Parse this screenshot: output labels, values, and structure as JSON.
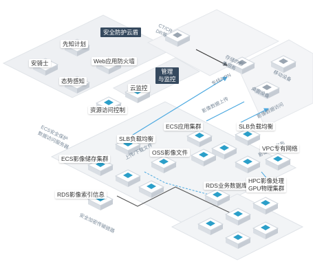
{
  "security_cloud": {
    "tag": "安全防护云盾",
    "items": [
      "先知计划",
      "安骑士",
      "Web应用防火墙",
      "态势感知",
      "资源访问控制"
    ]
  },
  "management": {
    "tag_line1": "管理",
    "tag_line2": "与监控",
    "items": [
      "云监控"
    ]
  },
  "cdn": {
    "label_line1": "CT/CR",
    "label_line2": "DR等"
  },
  "legacy": {
    "label_line1": "存储的影",
    "label_line2": "像服务"
  },
  "mobile": {
    "label": "移动设备"
  },
  "desktop": {
    "label": "桌面设备"
  },
  "links": {
    "vpn": "专线/VPN",
    "image_upload": "影像数据上传",
    "image_access": "影像数据访问",
    "ecs_channel_line1": "ECS安全保护",
    "ecs_channel_line2": "数据访问服务器",
    "upload_download": "上传/下载文件",
    "secure_transfer": "安全加密传输链路",
    "image_publish": "影像传输发布"
  },
  "services": {
    "slb_top": "SLB负载均衡",
    "ecs_cluster": "ECS应用集群",
    "slb_mid": "SLB负载均衡",
    "oss": "OSS影像文件",
    "ecs_storage": "ECS影像储存集群",
    "vpc": "VPC专有网络",
    "rds_index": "RDS影像索引信息",
    "rds_db": "RDS业务数据库",
    "hpc_line1": "HPC影像处理",
    "hpc_line2": "GPU物理集群"
  },
  "colors": {
    "panel": "#eef0f3",
    "tile_top": "#ffffff",
    "tile_side": "#d9dee4",
    "icon_green": "#7cc34d",
    "icon_teal": "#2b9fc9",
    "tag_dark": "#35495e",
    "line_blue": "#4aa8e0"
  }
}
